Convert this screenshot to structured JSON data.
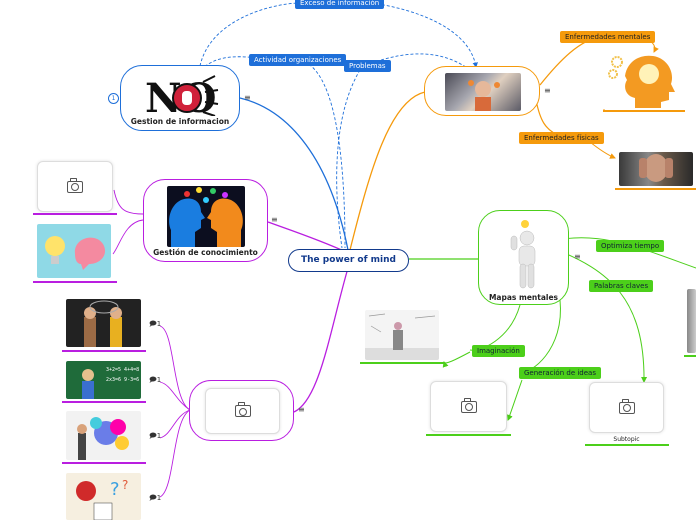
{
  "central": {
    "label": "The power of mind"
  },
  "relations": {
    "exceso": "Exceso de información",
    "actividad": "Actividad organizaciones",
    "problemas": "Problemas"
  },
  "gestion_info": {
    "label": "Gestion de informacion",
    "img_text": "NO",
    "count": "1"
  },
  "gestion_con": {
    "label": "Gestión de conocimiento"
  },
  "problemas_node": {
    "enf_mentales": "Enfermedades mentales",
    "enf_fisicas": "Enfermedades físicas"
  },
  "mapas": {
    "label": "Mapas mentales",
    "optimiza": "Optimiza tiempo",
    "palabras": "Palabras claves",
    "imaginacion": "Imaginación",
    "generacion": "Generación de ideas",
    "subtopic": "Subtopic"
  },
  "comments": [
    "1",
    "1",
    "1",
    "1"
  ],
  "colors": {
    "blue": "#1e6fd9",
    "orange": "#f59a0c",
    "green": "#4ccf1a",
    "purple": "#b91ee0",
    "navy": "#123a8c"
  }
}
